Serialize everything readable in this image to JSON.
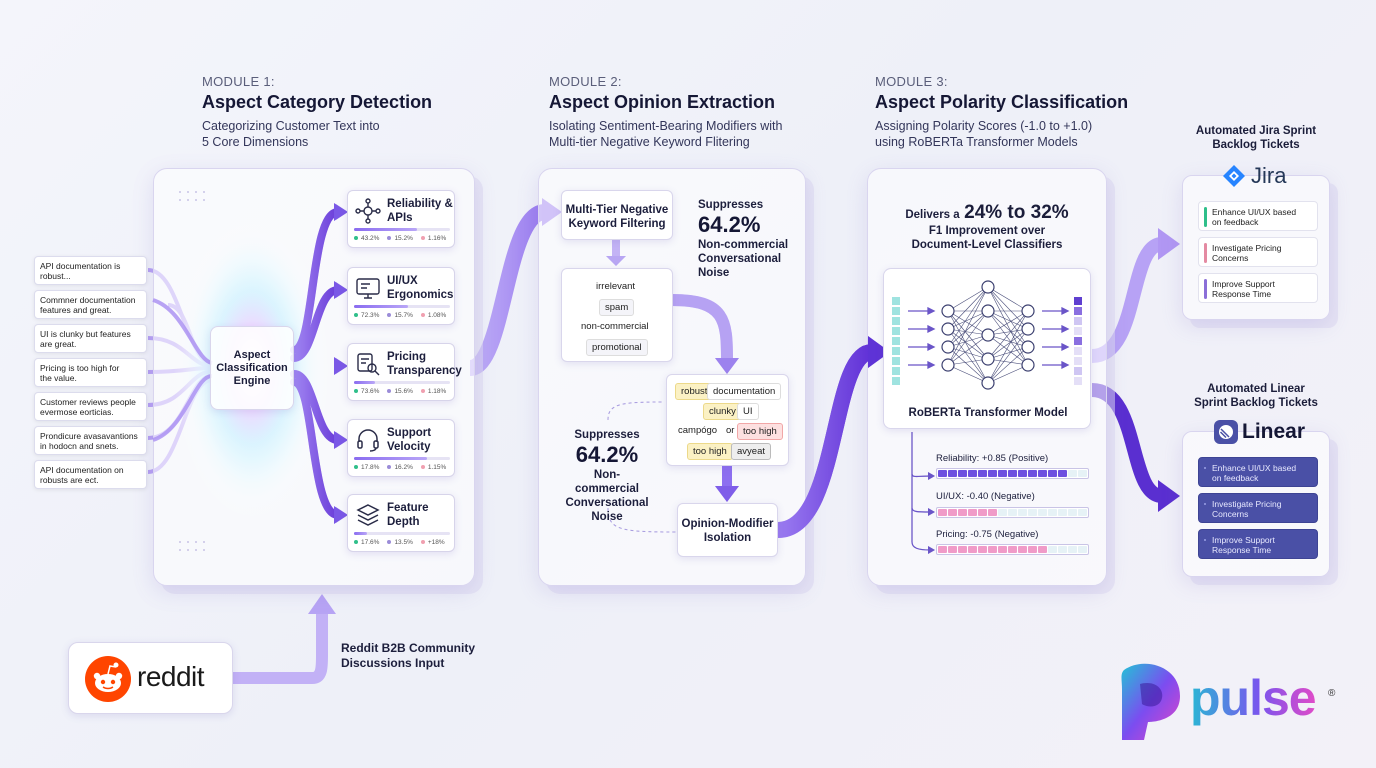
{
  "module1": {
    "label": "MODULE 1:",
    "title": "Aspect Category Detection",
    "sub1": "Categorizing Customer Text into",
    "sub2": "5 Core Dimensions"
  },
  "module2": {
    "label": "MODULE 2:",
    "title": "Aspect Opinion Extraction",
    "sub1": "Isolating Sentiment-Bearing Modifiers with",
    "sub2": "Multi-tier Negative Keyword Flitering"
  },
  "module3": {
    "label": "MODULE 3:",
    "title": "Aspect Polarity Classification",
    "sub1": "Assigning Polarity Scores (-1.0 to +1.0)",
    "sub2": "using RoBERTa Transformer Models"
  },
  "inputs": [
    {
      "l1": "API documentation is",
      "l2": "robust..."
    },
    {
      "l1": "Commner documentation",
      "l2": "features and great."
    },
    {
      "l1": "UI is clunky but features",
      "l2": "are great."
    },
    {
      "l1": "Pricing is too high for",
      "l2": "the value."
    },
    {
      "l1": "Customer reviews people",
      "l2": "evermose eorticias."
    },
    {
      "l1": "Prondicure avasavantions",
      "l2": "in hodocn and snets."
    },
    {
      "l1": "API documentation on",
      "l2": "robusts are ect."
    }
  ],
  "engine": {
    "l1": "Aspect",
    "l2": "Classification",
    "l3": "Engine"
  },
  "categories": [
    {
      "n1": "Reliability &",
      "n2": "APIs",
      "icon": "network-icon",
      "stats": [
        "43.2%",
        "15.2%",
        "1.16%"
      ]
    },
    {
      "n1": "UI/UX",
      "n2": "Ergonomics",
      "icon": "monitor-icon",
      "stats": [
        "72.3%",
        "15.7%",
        "1.08%"
      ]
    },
    {
      "n1": "Pricing",
      "n2": "Transparency",
      "icon": "pricing-search-icon",
      "stats": [
        "73.6%",
        "15.6%",
        "1.18%"
      ]
    },
    {
      "n1": "Support",
      "n2": "Velocity",
      "icon": "headset-icon",
      "stats": [
        "17.8%",
        "16.2%",
        "1.15%"
      ]
    },
    {
      "n1": "Feature",
      "n2": "Depth",
      "icon": "layers-icon",
      "stats": [
        "17.6%",
        "13.5%",
        "+18%"
      ]
    }
  ],
  "reddit": {
    "logo_text": "reddit",
    "input_l1": "Reddit B2B Community",
    "input_l2": "Discussions Input"
  },
  "module2_box": {
    "filter_l1": "Multi-Tier Negative",
    "filter_l2": "Keyword Filtering",
    "suppress_top": {
      "l1": "Suppresses",
      "pct": "64.2%",
      "l3": "Non-commercial",
      "l4": "Conversational",
      "l5": "Noise"
    },
    "noise_keywords": [
      "irrelevant",
      "spam",
      "non-commercial",
      "promotional"
    ],
    "opinion_tokens": {
      "a": "robust",
      "b": "documentation",
      "c": "clunky",
      "d": "UI",
      "e": "campógo",
      "f": "or",
      "g": "too high",
      "h": "too high",
      "i": "avyeat"
    },
    "suppress_bottom": {
      "l1": "Suppresses",
      "pct": "64.2%",
      "l3": "Non-commercial",
      "l4": "Conversational",
      "l5": "Noise"
    },
    "isolation_l1": "Opinion-Modifier",
    "isolation_l2": "Isolation"
  },
  "module3_box": {
    "delivers_pre": "Delivers a",
    "delivers_big": "24% to 32%",
    "delivers_l2": "F1 Improvement over",
    "delivers_l3": "Document-Level Classifiers",
    "model_label": "RoBERTa Transformer Model",
    "polarities": [
      {
        "label": "Reliability: +0.85 (Positive)",
        "score": 0.85
      },
      {
        "label": "UI/UX: -0.40 (Negative)",
        "score": -0.4
      },
      {
        "label": "Pricing: -0.75 (Negative)",
        "score": -0.75
      }
    ]
  },
  "jira": {
    "title_l1": "Automated Jira Sprint",
    "title_l2": "Backlog Tickets",
    "brand": "Jira",
    "tickets": [
      {
        "l1": "Enhance UI/UX based",
        "l2": "on feedback",
        "color": "#2fbf8a"
      },
      {
        "l1": "Investigate Pricing",
        "l2": "Concerns",
        "color": "#e48aa2"
      },
      {
        "l1": "Improve Support",
        "l2": "Response Time",
        "color": "#8b6fd8"
      }
    ]
  },
  "linear": {
    "title_l1": "Automated Linear",
    "title_l2": "Sprint Backlog Tickets",
    "brand": "Linear",
    "tickets": [
      {
        "l1": "Enhance UI/UX based",
        "l2": "on feedback"
      },
      {
        "l1": "Investigate Pricing",
        "l2": "Concerns"
      },
      {
        "l1": "Improve Support",
        "l2": "Response Time"
      }
    ]
  },
  "brand": {
    "name": "pulse",
    "mark": "®"
  },
  "colors": {
    "accent": "#7b5cf0",
    "deep": "#5a2fd0",
    "reddit": "#ff4500",
    "jira": "#2684ff",
    "positive": "#6d4fe0",
    "negative": "#f09bc8"
  }
}
